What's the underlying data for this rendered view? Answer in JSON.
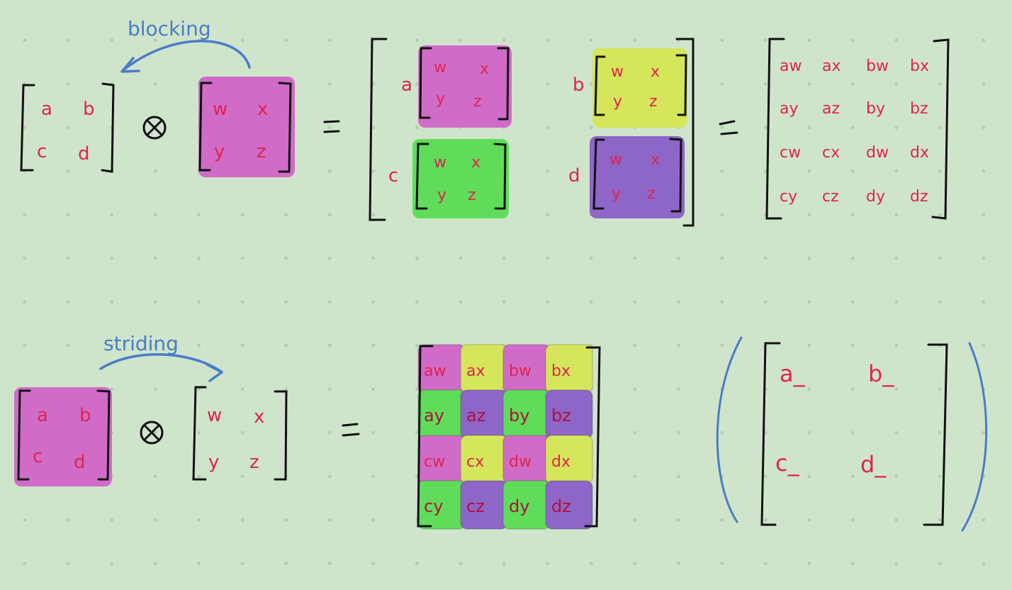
{
  "colors": {
    "background": "#cfe5cb",
    "ink": "#111111",
    "letters": "#e0234e",
    "blue": "#4a7cc7",
    "magenta": "#d06cc8",
    "yellow": "#d6e65a",
    "green": "#5fdd5a",
    "purple": "#8d66c8"
  },
  "top_row": {
    "annotation": "blocking",
    "operator": "⊗",
    "equals": "=",
    "left_matrix": [
      "a",
      "b",
      "c",
      "d"
    ],
    "right_matrix": [
      "w",
      "x",
      "y",
      "z"
    ],
    "block_labels": [
      "a",
      "b",
      "c",
      "d"
    ],
    "block_cells": [
      "w",
      "x",
      "y",
      "z"
    ],
    "result": [
      [
        "aw",
        "ax",
        "bw",
        "bx"
      ],
      [
        "ay",
        "az",
        "by",
        "bz"
      ],
      [
        "cw",
        "cx",
        "dw",
        "dx"
      ],
      [
        "cy",
        "cz",
        "dy",
        "dz"
      ]
    ]
  },
  "bottom_row": {
    "annotation": "striding",
    "operator": "⊗",
    "equals": "=",
    "left_matrix": [
      "a",
      "b",
      "c",
      "d"
    ],
    "right_matrix": [
      "w",
      "x",
      "y",
      "z"
    ],
    "result": [
      [
        "aw",
        "ax",
        "bw",
        "bx"
      ],
      [
        "ay",
        "az",
        "by",
        "bz"
      ],
      [
        "cw",
        "cx",
        "dw",
        "dx"
      ],
      [
        "cy",
        "cz",
        "dy",
        "dz"
      ]
    ],
    "result_colors": [
      [
        "magenta",
        "yellow",
        "magenta",
        "yellow"
      ],
      [
        "green",
        "purple",
        "green",
        "purple"
      ],
      [
        "magenta",
        "yellow",
        "magenta",
        "yellow"
      ],
      [
        "green",
        "purple",
        "green",
        "purple"
      ]
    ],
    "paren_matrix": [
      "a_",
      "b_",
      "c_",
      "d_"
    ]
  }
}
